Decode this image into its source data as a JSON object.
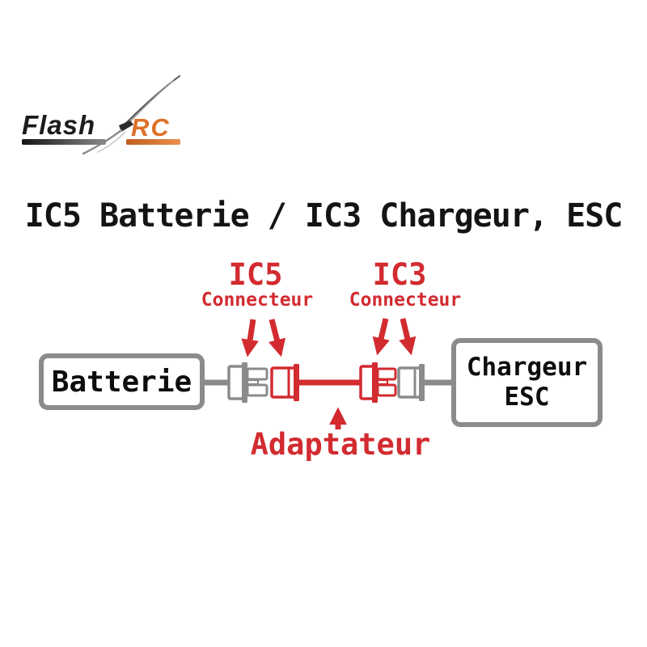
{
  "logo": {
    "flash": "Flash",
    "rc": "RC",
    "glider_icon": "glider-silhouette"
  },
  "title": "IC5 Batterie / IC3 Chargeur, ESC",
  "diagram": {
    "ic5": {
      "name": "IC5",
      "sub": "Connecteur"
    },
    "ic3": {
      "name": "IC3",
      "sub": "Connecteur"
    },
    "battery_label": "Batterie",
    "charger_label_line1": "Chargeur",
    "charger_label_line2": "ESC",
    "adapter_label": "Adaptateur"
  },
  "colors": {
    "red": "#d22b30",
    "gray": "#8a8b8d",
    "orange": "#dd7128",
    "ink": "#141414"
  }
}
